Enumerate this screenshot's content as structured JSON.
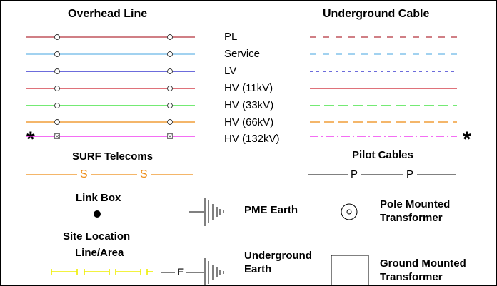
{
  "headers": {
    "overhead": "Overhead Line",
    "underground": "Underground Cable",
    "surf": "SURF Telecoms",
    "pilot": "Pilot Cables",
    "link_box": "Link Box",
    "pme_earth": "PME Earth",
    "pole_tx_1": "Pole Mounted",
    "pole_tx_2": "Transformer",
    "site_loc_1": "Site Location",
    "site_loc_2": "Line/Area",
    "ug_earth_1": "Underground",
    "ug_earth_2": "Earth",
    "ground_tx_1": "Ground Mounted",
    "ground_tx_2": "Transformer"
  },
  "lines": [
    {
      "label": "PL",
      "color": "#b3333c"
    },
    {
      "label": "Service",
      "color": "#6ab7e8"
    },
    {
      "label": "LV",
      "color": "#1414c8"
    },
    {
      "label": "HV (11kV)",
      "color": "#cc1f2a"
    },
    {
      "label": "HV (33kV)",
      "color": "#22dd22"
    },
    {
      "label": "HV (66kV)",
      "color": "#ee8a10"
    },
    {
      "label": "HV (132kV)",
      "color": "#ee18ee"
    }
  ],
  "asterisk": "*",
  "surf_symbol": "S",
  "pilot_symbol": "P",
  "earth_symbol": "E",
  "colors": {
    "surf": "#ee8a10",
    "site_location": "#eeee00",
    "black": "#000000"
  }
}
